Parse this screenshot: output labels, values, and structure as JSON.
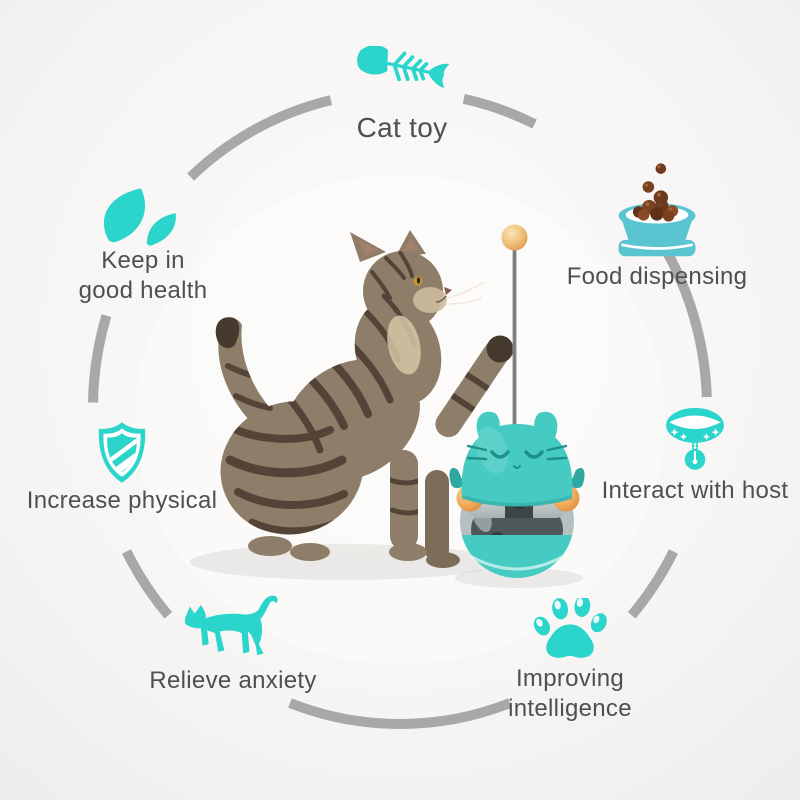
{
  "title": "Cat toy product feature diagram",
  "features": {
    "top": {
      "label": "Cat toy",
      "icon": "fishbone-icon"
    },
    "top_left": {
      "line1": "Keep in",
      "line2": "good health",
      "icon": "leaf-icon"
    },
    "top_right": {
      "label": "Food dispensing",
      "icon": "food-bowl-icon"
    },
    "left": {
      "label": "Increase physical",
      "icon": "shield-icon"
    },
    "right": {
      "label": "Interact with host",
      "icon": "collar-icon"
    },
    "bottom_left": {
      "label": "Relieve anxiety",
      "icon": "cat-silhouette-icon"
    },
    "bottom_right": {
      "line1": "Improving",
      "line2": "intelligence",
      "icon": "paw-icon"
    }
  },
  "center_illustration": {
    "subject": "tabby-cat-photo",
    "product": "tumbler-cat-toy",
    "accessory": "teaser-ball-on-stick"
  },
  "colors": {
    "accent": "#2bd5cc",
    "ring": "#a8a8a8",
    "text": "#4f4f4f",
    "bowl": "#5ac4d1",
    "kibble": "#7a4020",
    "toy_teal": "#45cbc2",
    "toy_teal_dark": "#2fa8a1",
    "ball_gold": "#eec27f",
    "cat_fur": "#8e7d68",
    "cat_stripe": "#46392d"
  }
}
